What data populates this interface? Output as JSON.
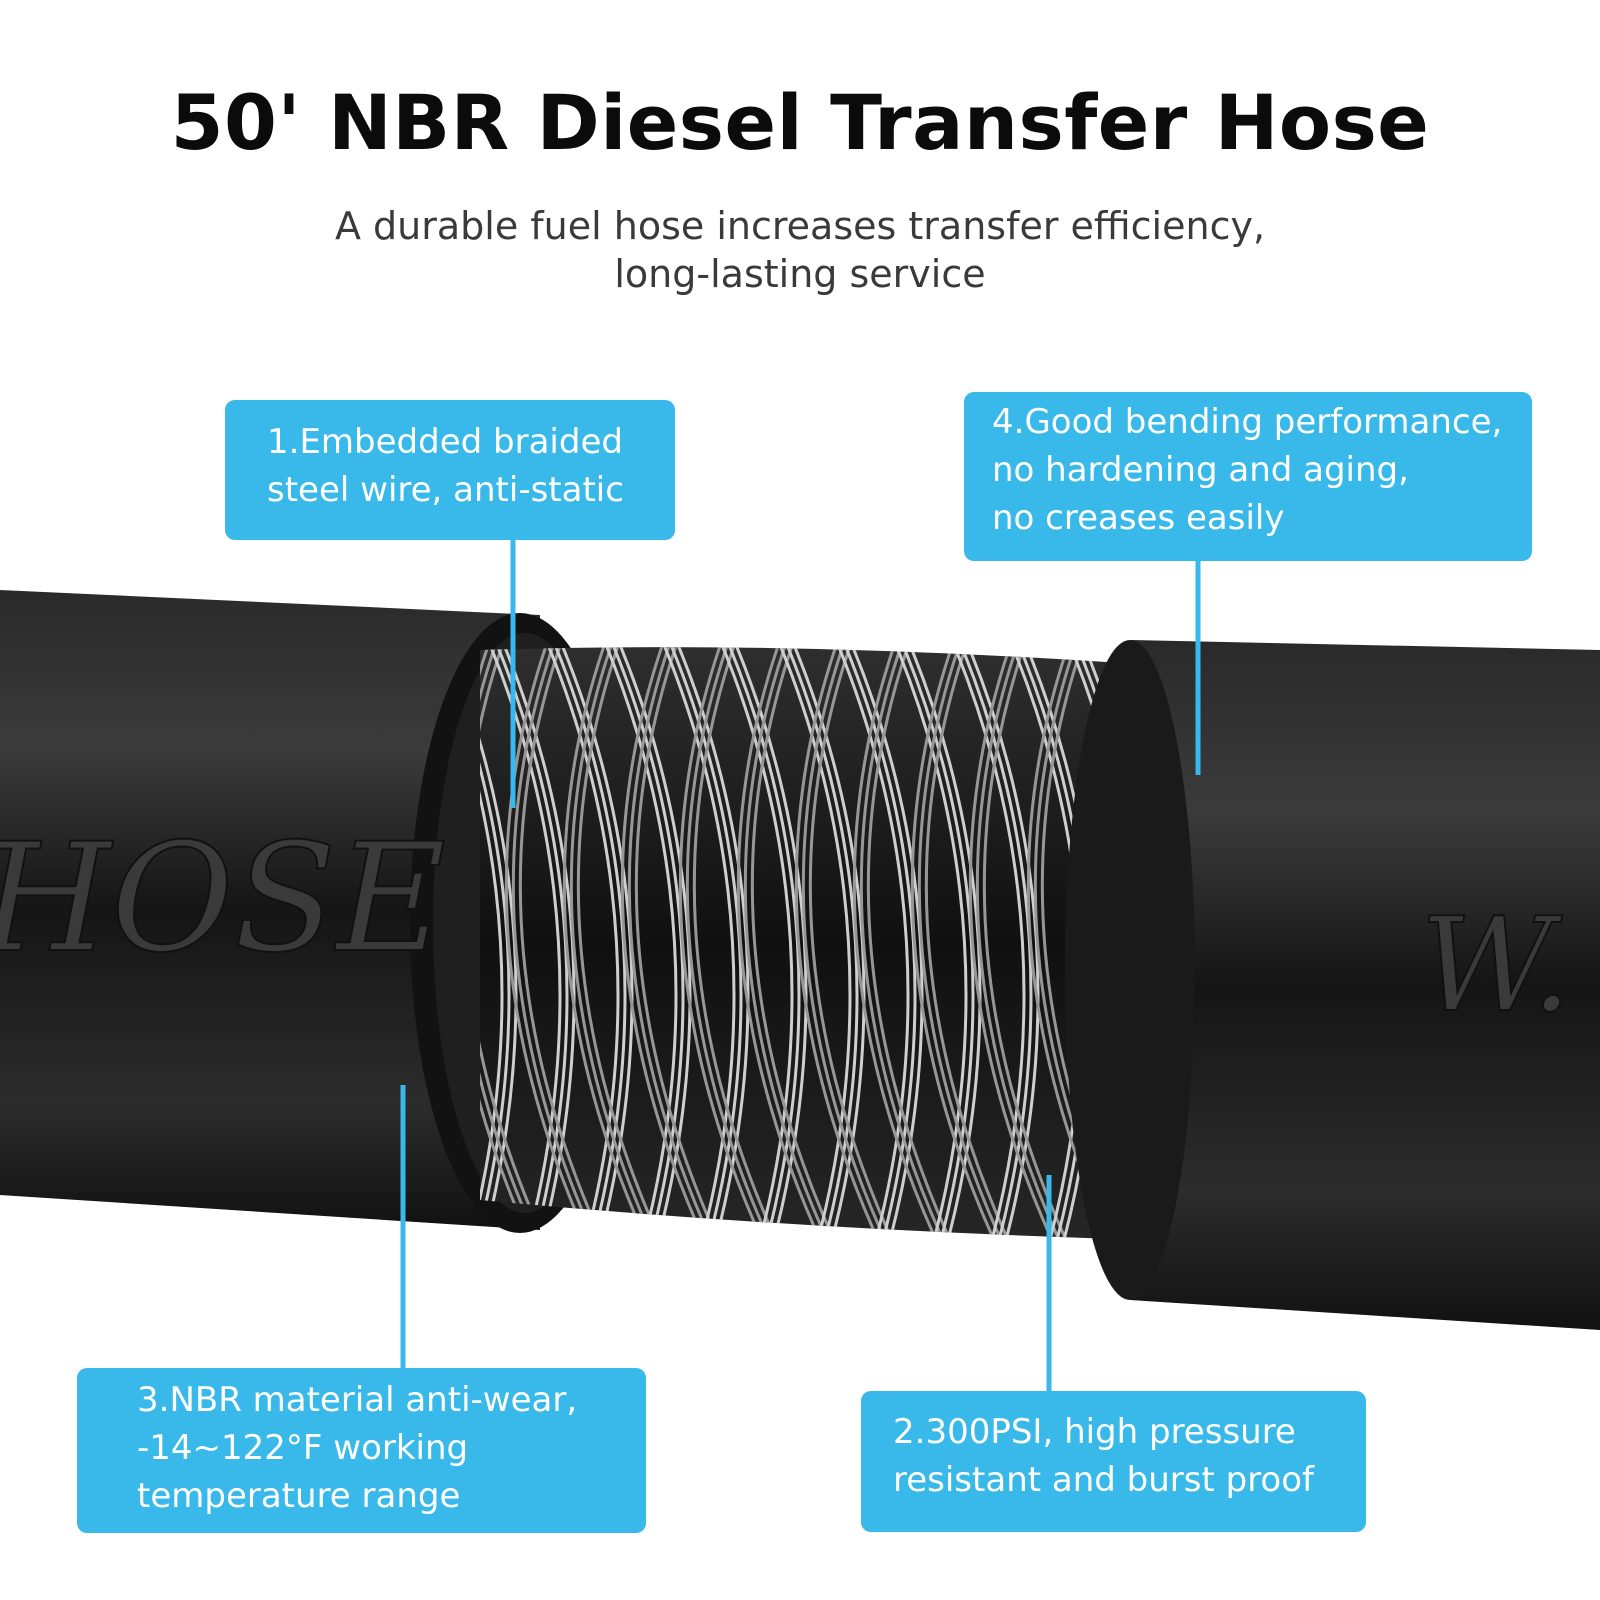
{
  "title": "50' NBR Diesel Transfer Hose",
  "subtitle": {
    "line1": "A durable fuel hose increases transfer efficiency,",
    "line2": "long-lasting service"
  },
  "hose_print": {
    "left_text": "HOSE",
    "right_text": "W."
  },
  "callouts": [
    {
      "id": "1",
      "lines": [
        "1.Embedded braided",
        "steel wire, anti-static"
      ]
    },
    {
      "id": "4",
      "lines": [
        "4.Good bending performance,",
        "no hardening and aging,",
        "no creases easily"
      ]
    },
    {
      "id": "3",
      "lines": [
        "3.NBR material anti-wear,",
        "-14~122°F working",
        "temperature range"
      ]
    },
    {
      "id": "2",
      "lines": [
        "2.300PSI, high pressure",
        "resistant and burst proof"
      ]
    }
  ],
  "colors": {
    "callout_bg": "#38b9ea",
    "hose": "#1c1c1c",
    "wire": "#c8c8c8"
  }
}
